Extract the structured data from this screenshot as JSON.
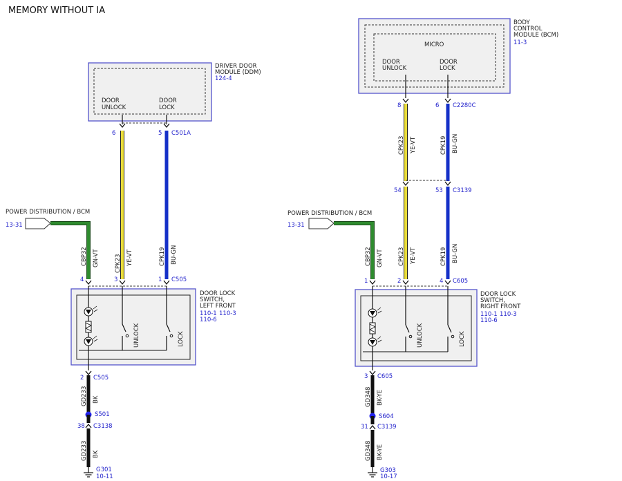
{
  "title": "MEMORY WITHOUT IA",
  "colors": {
    "yellow": "#e9dc3a",
    "blue": "#1530c8",
    "green": "#2e8b2e",
    "black": "#111111",
    "module_border": "#5555cc",
    "link_text": "#2222cc"
  },
  "left": {
    "ddm": {
      "name_lines": [
        "DRIVER DOOR",
        "MODULE (DDM)"
      ],
      "ref": "124-4",
      "pin_unlock_lines": [
        "DOOR",
        "UNLOCK"
      ],
      "pin_lock_lines": [
        "DOOR",
        "LOCK"
      ]
    },
    "c501a": {
      "name": "C501A",
      "pin_unlock": "6",
      "pin_lock": "5"
    },
    "wire_unlock": {
      "circuit": "CPK23",
      "color": "YE-VT"
    },
    "wire_lock": {
      "circuit": "CPK19",
      "color": "BU-GN"
    },
    "power": {
      "label": "POWER DISTRIBUTION / BCM",
      "ref": "13-31"
    },
    "wire_power": {
      "circuit": "CBP32",
      "color": "GN-VT"
    },
    "c505_top": {
      "name": "C505",
      "pin_power": "4",
      "pin_unlock": "3",
      "pin_lock": "1"
    },
    "switch": {
      "name_lines": [
        "DOOR LOCK",
        "SWITCH,",
        "LEFT FRONT"
      ],
      "refs": [
        "110-1",
        "110-3",
        "110-6"
      ],
      "unlock_label": "UNLOCK",
      "lock_label": "LOCK"
    },
    "c505_bottom": {
      "name": "C505",
      "pin": "2"
    },
    "wire_ground_1": {
      "circuit": "GD233",
      "color": "BK"
    },
    "splice": {
      "name": "S501"
    },
    "c3138": {
      "name": "C3138",
      "pin": "38"
    },
    "wire_ground_2": {
      "circuit": "GD233",
      "color": "BK"
    },
    "ground": {
      "name": "G301",
      "ref": "10-11"
    }
  },
  "right": {
    "bcm": {
      "name_lines": [
        "BODY",
        "CONTROL",
        "MODULE (BCM)"
      ],
      "ref": "11-3",
      "micro": "MICRO",
      "pin_unlock_lines": [
        "DOOR",
        "UNLOCK"
      ],
      "pin_lock_lines": [
        "DOOR",
        "LOCK"
      ]
    },
    "c2280c": {
      "name": "C2280C",
      "pin_unlock": "8",
      "pin_lock": "6"
    },
    "wire_unlock_1": {
      "circuit": "CPK23",
      "color": "YE-VT"
    },
    "wire_lock_1": {
      "circuit": "CPK19",
      "color": "BU-GN"
    },
    "c3139_mid": {
      "name": "C3139",
      "pin_unlock": "54",
      "pin_lock": "53"
    },
    "power": {
      "label": "POWER DISTRIBUTION / BCM",
      "ref": "13-31"
    },
    "wire_power": {
      "circuit": "CBP32",
      "color": "GN-VT"
    },
    "wire_unlock_2": {
      "circuit": "CPK23",
      "color": "YE-VT"
    },
    "wire_lock_2": {
      "circuit": "CPK19",
      "color": "BU-GN"
    },
    "c605_top": {
      "name": "C605",
      "pin_power": "1",
      "pin_unlock": "2",
      "pin_lock": "4"
    },
    "switch": {
      "name_lines": [
        "DOOR LOCK",
        "SWITCH,",
        "RIGHT FRONT"
      ],
      "refs": [
        "110-1",
        "110-3",
        "110-6"
      ],
      "unlock_label": "UNLOCK",
      "lock_label": "LOCK"
    },
    "c605_bottom": {
      "name": "C605",
      "pin": "3"
    },
    "wire_ground_1": {
      "circuit": "GD348",
      "color": "BK-YE"
    },
    "splice": {
      "name": "S604"
    },
    "c3139_low": {
      "name": "C3139",
      "pin": "31"
    },
    "wire_ground_2": {
      "circuit": "GD348",
      "color": "BK-YE"
    },
    "ground": {
      "name": "G303",
      "ref": "10-17"
    }
  }
}
